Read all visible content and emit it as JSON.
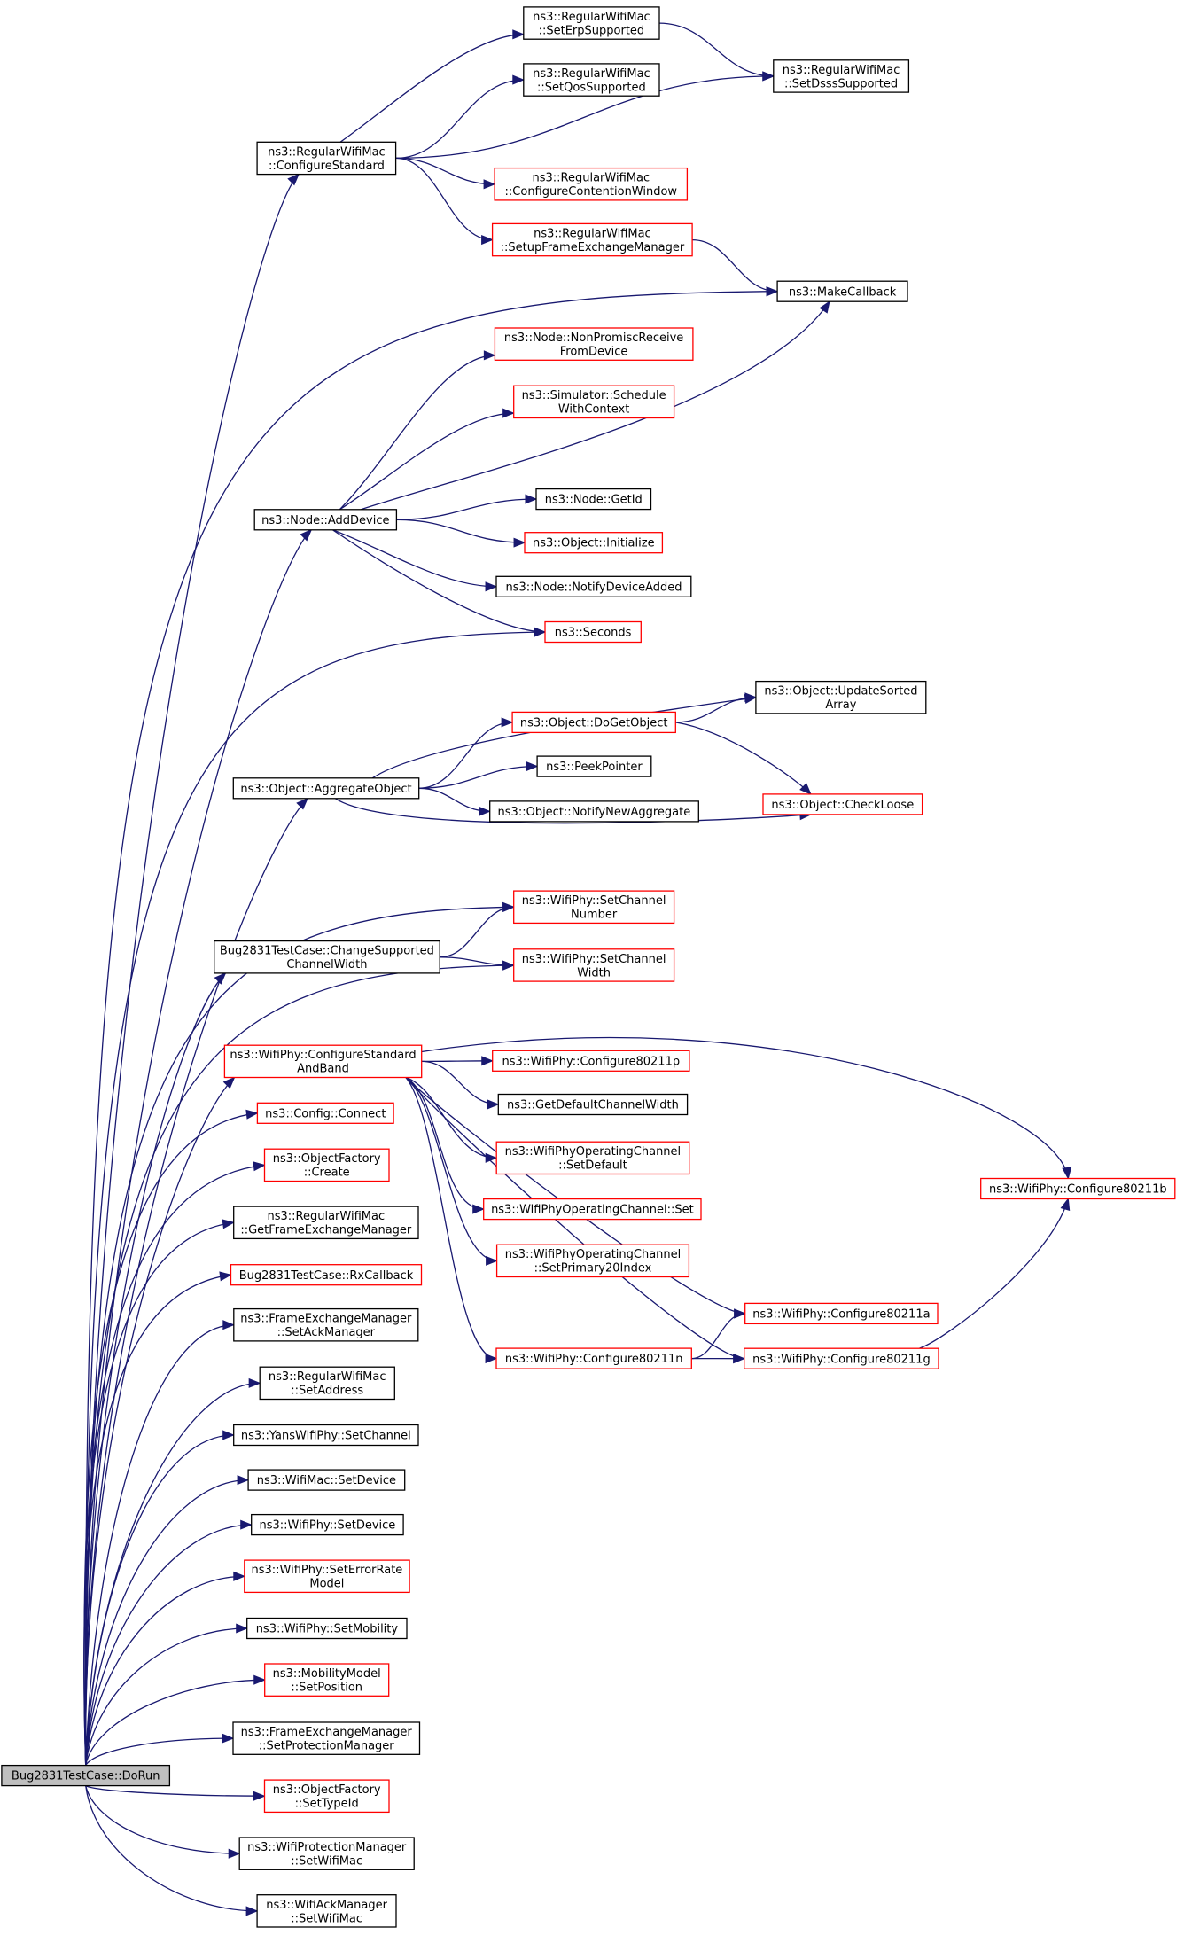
{
  "colors": {
    "edge": "#191970",
    "node_border_default": "#000000",
    "node_border_truncated": "#ff0000",
    "root_fill": "#bfbfbf",
    "node_fill": "#ffffff"
  },
  "nodes": [
    {
      "id": "root",
      "lines": [
        "Bug2831TestCase::DoRun"
      ],
      "style": "root"
    },
    {
      "id": "setErp",
      "lines": [
        "ns3::RegularWifiMac",
        "::SetErpSupported"
      ],
      "style": "normal"
    },
    {
      "id": "setQos",
      "lines": [
        "ns3::RegularWifiMac",
        "::SetQosSupported"
      ],
      "style": "normal"
    },
    {
      "id": "setDsss",
      "lines": [
        "ns3::RegularWifiMac",
        "::SetDsssSupported"
      ],
      "style": "normal"
    },
    {
      "id": "cfgStd",
      "lines": [
        "ns3::RegularWifiMac",
        "::ConfigureStandard"
      ],
      "style": "normal"
    },
    {
      "id": "cfgCont",
      "lines": [
        "ns3::RegularWifiMac",
        "::ConfigureContentionWindow"
      ],
      "style": "truncated"
    },
    {
      "id": "setupFem",
      "lines": [
        "ns3::RegularWifiMac",
        "::SetupFrameExchangeManager"
      ],
      "style": "truncated"
    },
    {
      "id": "makeCb",
      "lines": [
        "ns3::MakeCallback"
      ],
      "style": "normal"
    },
    {
      "id": "nonPromisc",
      "lines": [
        "ns3::Node::NonPromiscReceive",
        "FromDevice"
      ],
      "style": "truncated"
    },
    {
      "id": "schedCtx",
      "lines": [
        "ns3::Simulator::Schedule",
        "WithContext"
      ],
      "style": "truncated"
    },
    {
      "id": "getId",
      "lines": [
        "ns3::Node::GetId"
      ],
      "style": "normal"
    },
    {
      "id": "addDevice",
      "lines": [
        "ns3::Node::AddDevice"
      ],
      "style": "normal"
    },
    {
      "id": "objInit",
      "lines": [
        "ns3::Object::Initialize"
      ],
      "style": "truncated"
    },
    {
      "id": "notifyDev",
      "lines": [
        "ns3::Node::NotifyDeviceAdded"
      ],
      "style": "normal"
    },
    {
      "id": "seconds",
      "lines": [
        "ns3::Seconds"
      ],
      "style": "truncated"
    },
    {
      "id": "updSorted",
      "lines": [
        "ns3::Object::UpdateSorted",
        "Array"
      ],
      "style": "normal"
    },
    {
      "id": "doGetObj",
      "lines": [
        "ns3::Object::DoGetObject"
      ],
      "style": "truncated"
    },
    {
      "id": "peekPtr",
      "lines": [
        "ns3::PeekPointer"
      ],
      "style": "normal"
    },
    {
      "id": "aggObj",
      "lines": [
        "ns3::Object::AggregateObject"
      ],
      "style": "normal"
    },
    {
      "id": "checkLoose",
      "lines": [
        "ns3::Object::CheckLoose"
      ],
      "style": "truncated"
    },
    {
      "id": "notifyAgg",
      "lines": [
        "ns3::Object::NotifyNewAggregate"
      ],
      "style": "normal"
    },
    {
      "id": "setChNum",
      "lines": [
        "ns3::WifiPhy::SetChannel",
        "Number"
      ],
      "style": "truncated"
    },
    {
      "id": "chgSupp",
      "lines": [
        "Bug2831TestCase::ChangeSupported",
        "ChannelWidth"
      ],
      "style": "normal"
    },
    {
      "id": "setChW",
      "lines": [
        "ns3::WifiPhy::SetChannel",
        "Width"
      ],
      "style": "truncated"
    },
    {
      "id": "cfgStdBand",
      "lines": [
        "ns3::WifiPhy::ConfigureStandard",
        "AndBand"
      ],
      "style": "truncated"
    },
    {
      "id": "c11p",
      "lines": [
        "ns3::WifiPhy::Configure80211p"
      ],
      "style": "truncated"
    },
    {
      "id": "getDefCw",
      "lines": [
        "ns3::GetDefaultChannelWidth"
      ],
      "style": "normal"
    },
    {
      "id": "opSetDef",
      "lines": [
        "ns3::WifiPhyOperatingChannel",
        "::SetDefault"
      ],
      "style": "truncated"
    },
    {
      "id": "opSet",
      "lines": [
        "ns3::WifiPhyOperatingChannel::Set"
      ],
      "style": "truncated"
    },
    {
      "id": "opSetP20",
      "lines": [
        "ns3::WifiPhyOperatingChannel",
        "::SetPrimary20Index"
      ],
      "style": "truncated"
    },
    {
      "id": "c11b",
      "lines": [
        "ns3::WifiPhy::Configure80211b"
      ],
      "style": "truncated"
    },
    {
      "id": "c11a",
      "lines": [
        "ns3::WifiPhy::Configure80211a"
      ],
      "style": "truncated"
    },
    {
      "id": "c11n",
      "lines": [
        "ns3::WifiPhy::Configure80211n"
      ],
      "style": "truncated"
    },
    {
      "id": "c11g",
      "lines": [
        "ns3::WifiPhy::Configure80211g"
      ],
      "style": "truncated"
    },
    {
      "id": "cfgConnect",
      "lines": [
        "ns3::Config::Connect"
      ],
      "style": "truncated"
    },
    {
      "id": "ofCreate",
      "lines": [
        "ns3::ObjectFactory",
        "::Create"
      ],
      "style": "truncated"
    },
    {
      "id": "getFem",
      "lines": [
        "ns3::RegularWifiMac",
        "::GetFrameExchangeManager"
      ],
      "style": "normal"
    },
    {
      "id": "rxCb",
      "lines": [
        "Bug2831TestCase::RxCallback"
      ],
      "style": "truncated"
    },
    {
      "id": "setAckMgr",
      "lines": [
        "ns3::FrameExchangeManager",
        "::SetAckManager"
      ],
      "style": "normal"
    },
    {
      "id": "setAddr",
      "lines": [
        "ns3::RegularWifiMac",
        "::SetAddress"
      ],
      "style": "normal"
    },
    {
      "id": "yansSetCh",
      "lines": [
        "ns3::YansWifiPhy::SetChannel"
      ],
      "style": "normal"
    },
    {
      "id": "macSetDev",
      "lines": [
        "ns3::WifiMac::SetDevice"
      ],
      "style": "normal"
    },
    {
      "id": "phySetDev",
      "lines": [
        "ns3::WifiPhy::SetDevice"
      ],
      "style": "normal"
    },
    {
      "id": "setErm",
      "lines": [
        "ns3::WifiPhy::SetErrorRate",
        "Model"
      ],
      "style": "truncated"
    },
    {
      "id": "setMob",
      "lines": [
        "ns3::WifiPhy::SetMobility"
      ],
      "style": "normal"
    },
    {
      "id": "setPos",
      "lines": [
        "ns3::MobilityModel",
        "::SetPosition"
      ],
      "style": "truncated"
    },
    {
      "id": "setProt",
      "lines": [
        "ns3::FrameExchangeManager",
        "::SetProtectionManager"
      ],
      "style": "normal"
    },
    {
      "id": "setTypeId",
      "lines": [
        "ns3::ObjectFactory",
        "::SetTypeId"
      ],
      "style": "truncated"
    },
    {
      "id": "wpmSetMac",
      "lines": [
        "ns3::WifiProtectionManager",
        "::SetWifiMac"
      ],
      "style": "normal"
    },
    {
      "id": "wamSetMac",
      "lines": [
        "ns3::WifiAckManager",
        "::SetWifiMac"
      ],
      "style": "normal"
    }
  ]
}
